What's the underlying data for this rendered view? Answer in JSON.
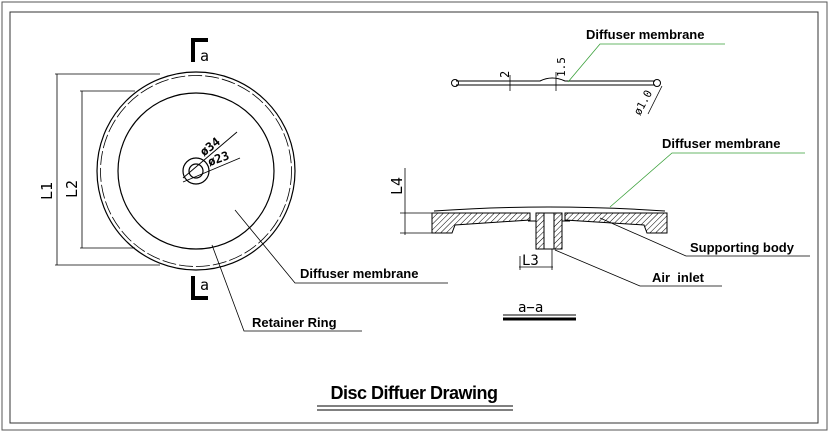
{
  "drawing": {
    "title": "Disc Diffuer Drawing",
    "section_mark": "a",
    "section_label": "a−a"
  },
  "plan_view": {
    "dim_outer": "ø34",
    "dim_inner": "ø23",
    "dim_l1": "L1",
    "dim_l2": "L2",
    "label_membrane": "Diffuser membrane",
    "label_retainer": "Retainer Ring"
  },
  "detail_view": {
    "label_membrane": "Diffuser membrane",
    "dim_thickness": "2",
    "dim_lip": "1.5",
    "dim_bead": "ø1.0"
  },
  "section_view": {
    "label_membrane": "Diffuser membrane",
    "label_body": "Supporting body",
    "label_inlet": "Air  inlet",
    "dim_l3": "L3",
    "dim_l4": "L4"
  },
  "colors": {
    "line": "#000000",
    "leader_green": "#3aa03a",
    "frame": "#555555"
  }
}
